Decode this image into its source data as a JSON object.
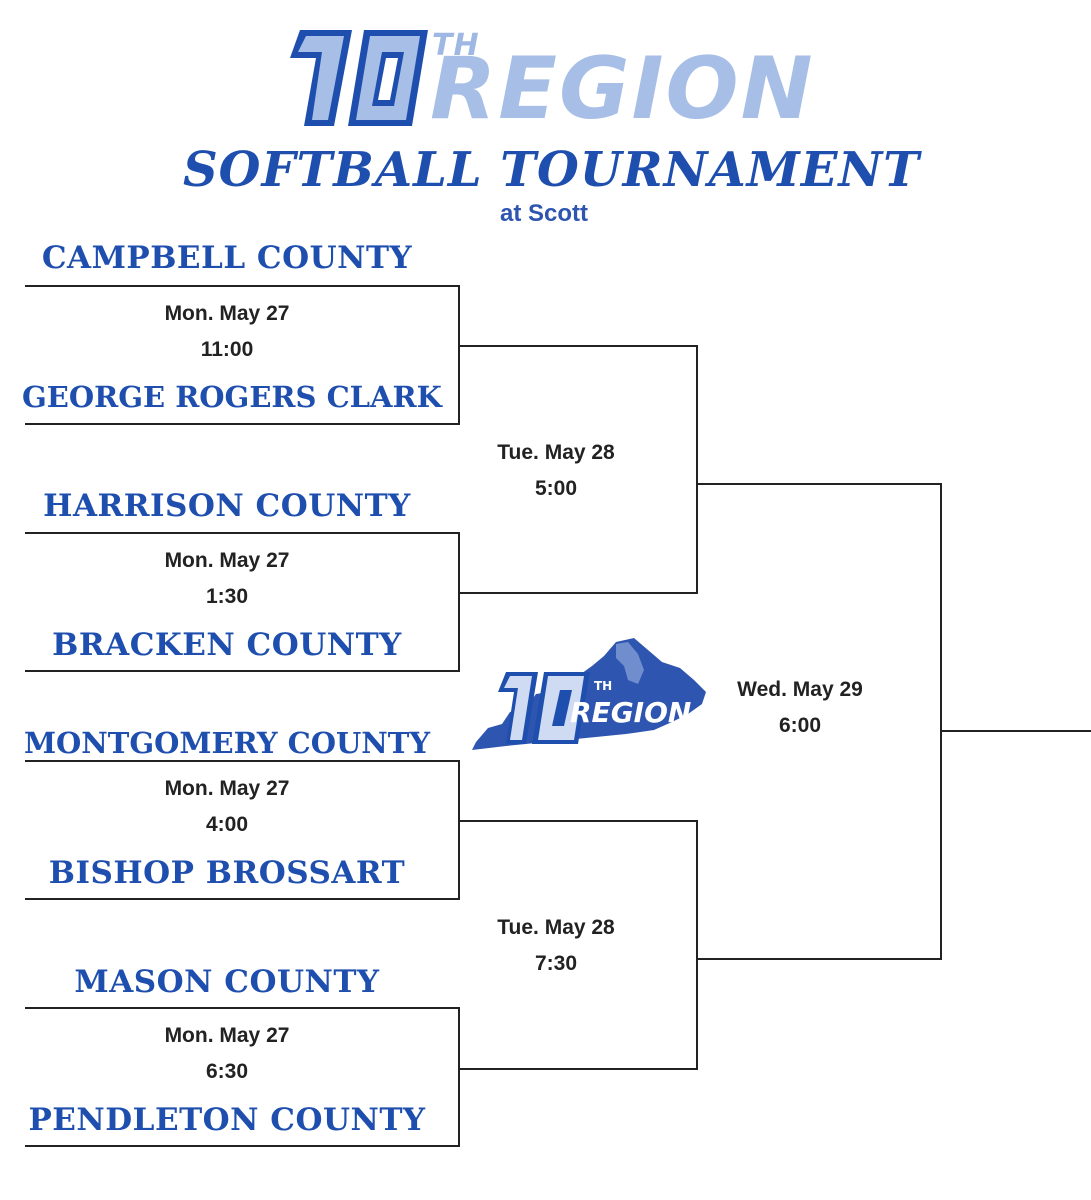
{
  "header": {
    "logo_number": "10",
    "logo_suffix": "TH",
    "logo_word": "REGION",
    "title": "SOFTBALL TOURNAMENT",
    "venue": "at Scott"
  },
  "center_logo": {
    "number": "10",
    "suffix": "TH",
    "word": "REGION"
  },
  "colors": {
    "primary_blue": "#1f4fae",
    "light_blue": "#a7bee6",
    "line": "#222222"
  },
  "round1": [
    {
      "team_top": "CAMPBELL COUNTY",
      "team_bottom": "GEORGE ROGERS CLARK",
      "day": "Mon. May 27",
      "time": "11:00"
    },
    {
      "team_top": "HARRISON COUNTY",
      "team_bottom": "BRACKEN COUNTY",
      "day": "Mon. May 27",
      "time": "1:30"
    },
    {
      "team_top": "MONTGOMERY COUNTY",
      "team_bottom": "BISHOP BROSSART",
      "day": "Mon. May 27",
      "time": "4:00"
    },
    {
      "team_top": "MASON COUNTY",
      "team_bottom": "PENDLETON COUNTY",
      "day": "Mon. May 27",
      "time": "6:30"
    }
  ],
  "semifinals": [
    {
      "day": "Tue. May 28",
      "time": "5:00"
    },
    {
      "day": "Tue. May 28",
      "time": "7:30"
    }
  ],
  "final": {
    "day": "Wed. May 29",
    "time": "6:00"
  }
}
